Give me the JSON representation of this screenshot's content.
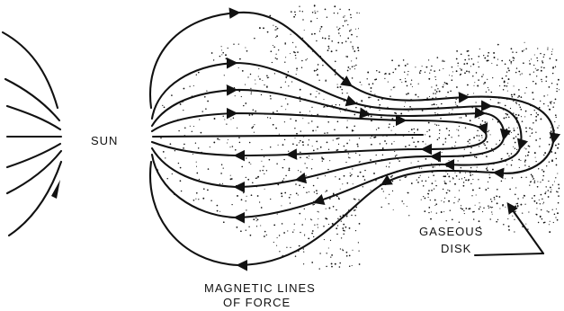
{
  "labels": {
    "sun": "SUN",
    "gas_line1": "GASEOUS",
    "gas_line2": "DISK",
    "lines_line1": "MAGNETIC LINES",
    "lines_line2": "OF FORCE"
  },
  "colors": {
    "ink": "#111111",
    "background": "#ffffff"
  }
}
